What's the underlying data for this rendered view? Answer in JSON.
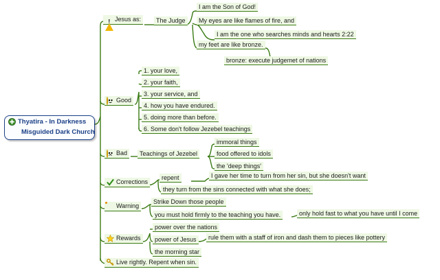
{
  "central": {
    "line1": "Thyatira - In Darkness",
    "line2": "Misguided Dark Church",
    "icon": "plus-circle-icon"
  },
  "jesus": {
    "label": "Jesus as:",
    "icon": "warning-icon",
    "judge": "The Judge",
    "items": [
      "I am the Son of God!",
      "My eyes are like flames of fire, and",
      "I am the one who searches minds and hearts 2:22",
      "my feet are like bronze.",
      "bronze: execute judgemet of nations"
    ]
  },
  "good": {
    "label": "Good",
    "icon": "smile-icon",
    "items": [
      "1. your love,",
      "2. your faith,",
      "3. your service, and",
      "4. how you have endured.",
      "5. doing more than before.",
      "6. Some don't follow Jezebel teachings"
    ]
  },
  "bad": {
    "label": "Bad",
    "icon": "sad-face-icon",
    "sub": "Teachings of Jezebel",
    "items": [
      "immoral things",
      "food offered to idols",
      "the 'deep things'"
    ]
  },
  "corrections": {
    "label": "Corrections",
    "icon": "checkmark-icon",
    "repent": "repent",
    "repent_detail": "I gave her time to turn from her sin, but she doesn't want",
    "turn": "they turn from the sins connected with what she does;"
  },
  "warning": {
    "label": "Warning",
    "icon": "bomb-icon",
    "items": [
      "Strike Down those people",
      "you must hold firmly to the teaching you have."
    ],
    "hold_detail": "only hold fast to what you have until I come"
  },
  "rewards": {
    "label": "Rewards",
    "icon": "star-icon",
    "items": [
      "power over the nations",
      "power of Jesus",
      "the morning star"
    ],
    "power_detail": "rule them with a staff of iron and dash them to pieces like pottery"
  },
  "conclusion": {
    "label": "Live rightly. Repent when sin.",
    "icon": "key-icon"
  },
  "colors": {
    "line": "#3a7a14",
    "topic_bg": "#eef8e4",
    "central_border": "#1b3f86"
  }
}
